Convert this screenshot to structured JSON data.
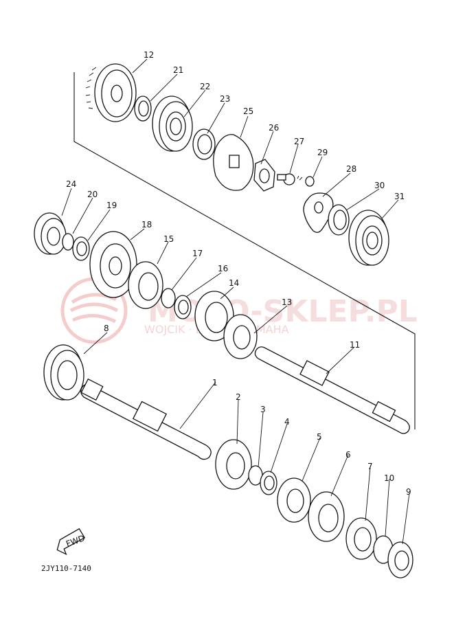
{
  "diagram": {
    "part_numbers": [
      "1",
      "2",
      "3",
      "4",
      "5",
      "6",
      "7",
      "8",
      "9",
      "10",
      "11",
      "12",
      "13",
      "14",
      "15",
      "16",
      "17",
      "18",
      "19",
      "20",
      "21",
      "22",
      "23",
      "24",
      "25",
      "26",
      "27",
      "28",
      "29",
      "30",
      "31"
    ],
    "watermark_main": "MOTO-SKLEP.PL",
    "watermark_sub": "WOJCIK · DEALER YAMAHA",
    "fwd_label": "FWD",
    "drawing_code": "2JY110-7140"
  }
}
